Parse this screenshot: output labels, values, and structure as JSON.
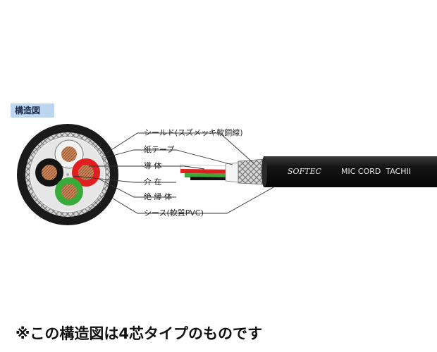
{
  "badge": "構造図",
  "labels": {
    "shield": "シールド(スズメッキ軟銅線)",
    "paper_tape": "紙テープ",
    "conductor": "導 体",
    "filler": "介 在",
    "insulator": "絶 縁 体",
    "sheath": "シース(軟質PVC)"
  },
  "cable_print": {
    "brand": "SOFTEC",
    "product": "MIC CORD  TACHII"
  },
  "caption": "※この構造図は4芯タイプのものです",
  "colors": {
    "sheath": "#1a1a1a",
    "core_white": "#f2f2f2",
    "core_black": "#141414",
    "core_red": "#e02020",
    "core_green": "#3aaa3a",
    "copper": "#c8845a",
    "badge_bg": "#bcd6f0"
  }
}
